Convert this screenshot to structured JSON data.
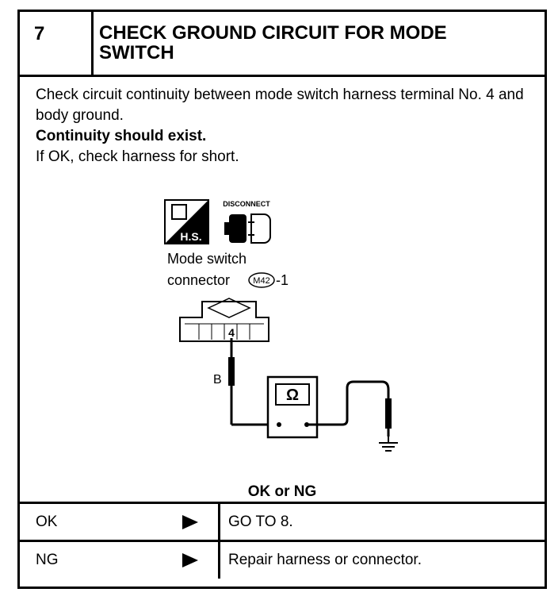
{
  "step": {
    "number": "7",
    "title": "CHECK GROUND CIRCUIT FOR MODE SWITCH"
  },
  "instructions": {
    "line1": "Check circuit continuity between mode switch harness terminal No. 4 and body ground.",
    "bold_line": "Continuity should exist.",
    "line2": "If OK, check harness for short."
  },
  "diagram": {
    "hs_label": "H.S.",
    "disconnect_label": "DISCONNECT",
    "connector_label_1": "Mode switch",
    "connector_label_2": "connector",
    "connector_id": "M42",
    "connector_suffix": "-1",
    "terminal": "4",
    "wire_color": "B",
    "meter_symbol": "Ω"
  },
  "question": "OK or NG",
  "results": [
    {
      "result": "OK",
      "action": "GO TO 8."
    },
    {
      "result": "NG",
      "action": "Repair harness or connector."
    }
  ]
}
